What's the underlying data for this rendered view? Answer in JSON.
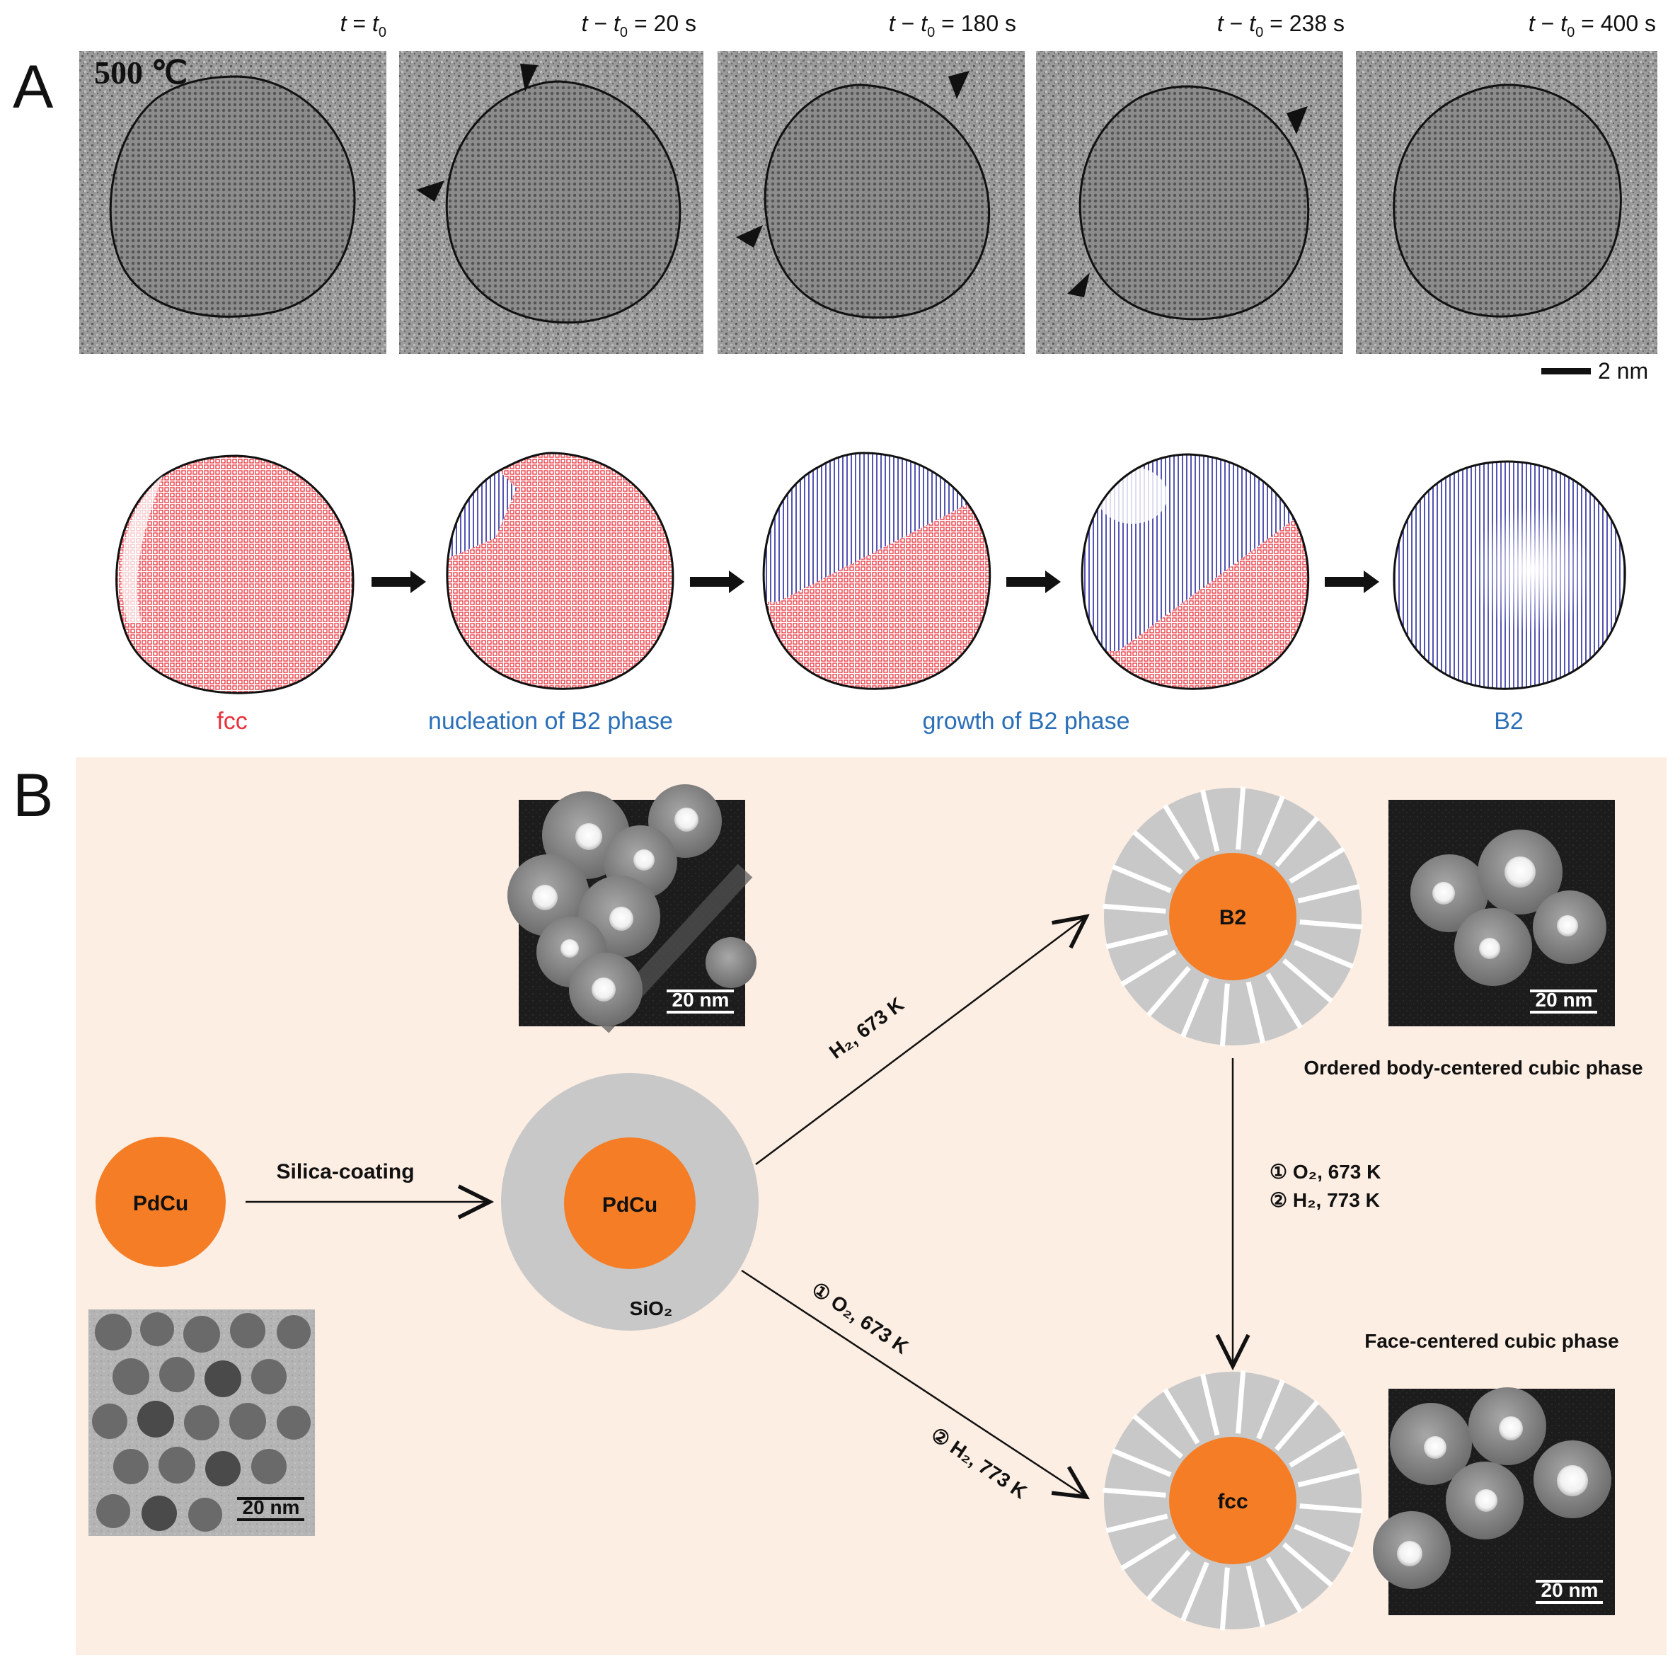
{
  "panel_a": {
    "label": "A",
    "temperature": "500 ℃",
    "frames": [
      {
        "t": "t",
        "eq": " = ",
        "sub_t": "t",
        "sub": "0",
        "rest": ""
      },
      {
        "t": "t",
        "eq": " − ",
        "sub_t": "t",
        "sub": "0",
        "rest": " = 20 s"
      },
      {
        "t": "t",
        "eq": " − ",
        "sub_t": "t",
        "sub": "0",
        "rest": " = 180 s"
      },
      {
        "t": "t",
        "eq": " − ",
        "sub_t": "t",
        "sub": "0",
        "rest": " = 238 s"
      },
      {
        "t": "t",
        "eq": " − ",
        "sub_t": "t",
        "sub": "0",
        "rest": " = 400 s"
      }
    ],
    "scale_bar": "2 nm",
    "phase_labels": {
      "fcc": "fcc",
      "nucleation": "nucleation of B2 phase",
      "growth": "growth of B2 phase",
      "b2": "B2"
    },
    "colors": {
      "fcc": "#e8323c",
      "b2": "#2a2aa0",
      "label_red": "#e8323c",
      "label_blue": "#2a6fb8"
    }
  },
  "panel_b": {
    "label": "B",
    "background": "#fdeee3",
    "particle_color": "#f47d26",
    "shell_color": "#c8c8c8",
    "start_particle": "PdCu",
    "coated_particle": "PdCu",
    "shell_label": "SiO₂",
    "step_coating": "Silica-coating",
    "route_b2": "H₂, 673 K",
    "route_fcc_1": "① O₂, 673 K",
    "route_fcc_2": "② H₂, 773 K",
    "b2_particle": "B2",
    "fcc_particle": "fcc",
    "b2_caption": "Ordered body-centered cubic phase",
    "fcc_caption": "Face-centered cubic phase",
    "vertical_step_1": "① O₂, 673 K",
    "vertical_step_2": "②  H₂, 773 K",
    "scale_bars": [
      "20 nm",
      "20 nm",
      "20 nm",
      "20 nm"
    ]
  }
}
